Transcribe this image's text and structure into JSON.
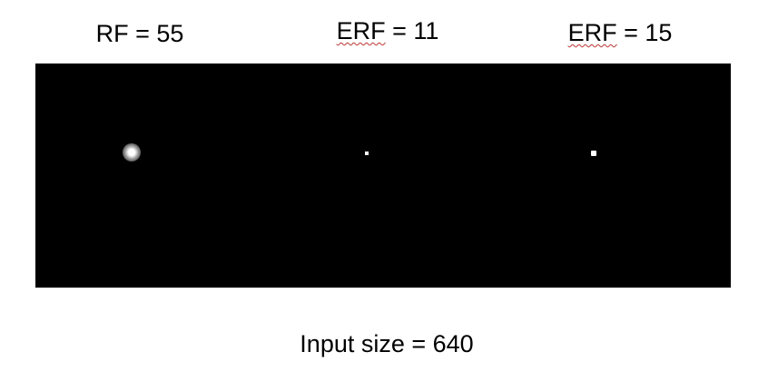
{
  "labels": {
    "rf": "RF = 55",
    "erf_left": {
      "word": "ERF",
      "rest": " = 11"
    },
    "erf_right": {
      "word": "ERF",
      "rest": " = 15"
    }
  },
  "caption": "Input size = 640",
  "colors": {
    "background": "#ffffff",
    "panel": "#000000",
    "spot": "#ffffff",
    "spellcheck_underline": "#d9302c"
  }
}
